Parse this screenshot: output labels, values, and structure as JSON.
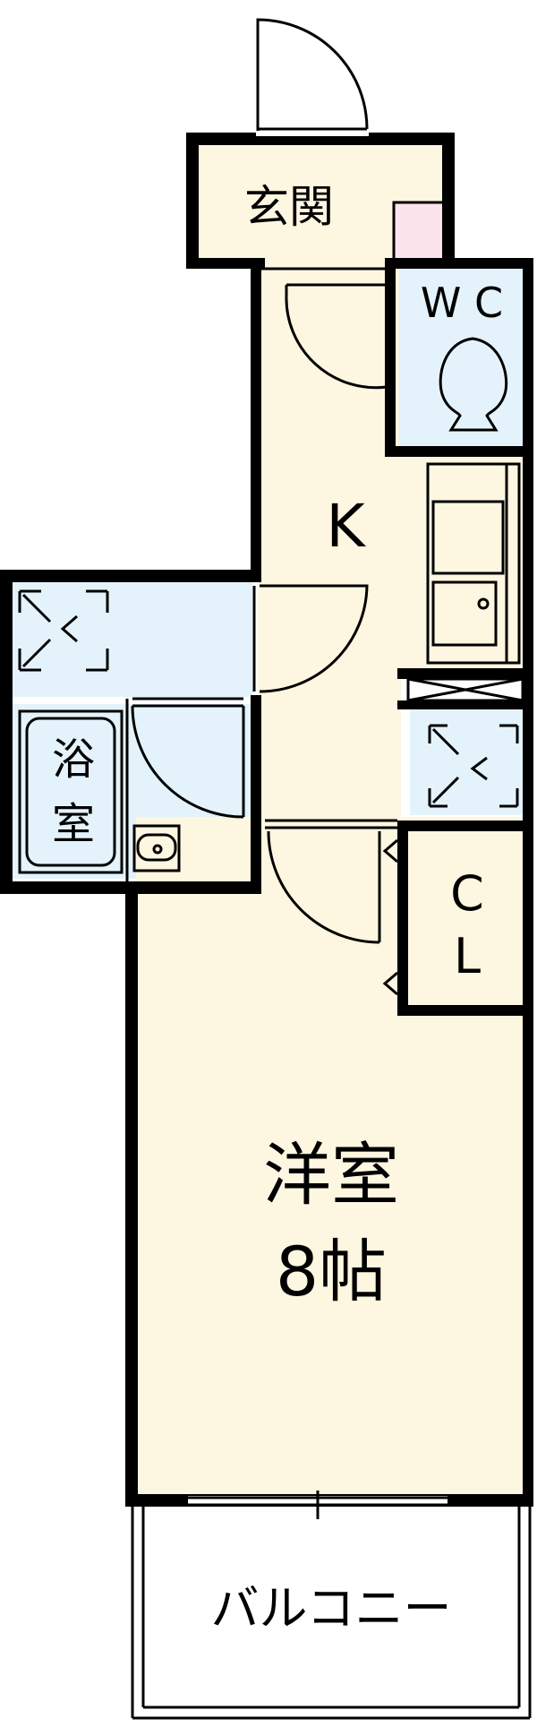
{
  "rooms": {
    "genkan": {
      "label": "玄関"
    },
    "wc": {
      "label": "W C"
    },
    "kitchen": {
      "label": "K"
    },
    "bath": {
      "label_line1": "浴",
      "label_line2": "室"
    },
    "closet": {
      "label_line1": "C",
      "label_line2": "L"
    },
    "western_room": {
      "label_line1": "洋室",
      "label_line2": "8帖"
    },
    "balcony": {
      "label": "バルコニー"
    }
  },
  "colors": {
    "floor_cream": "#fdf6e0",
    "wet_blue": "#e4f3fb",
    "closet_pink": "#fbe4ec",
    "wall": "#000000"
  }
}
